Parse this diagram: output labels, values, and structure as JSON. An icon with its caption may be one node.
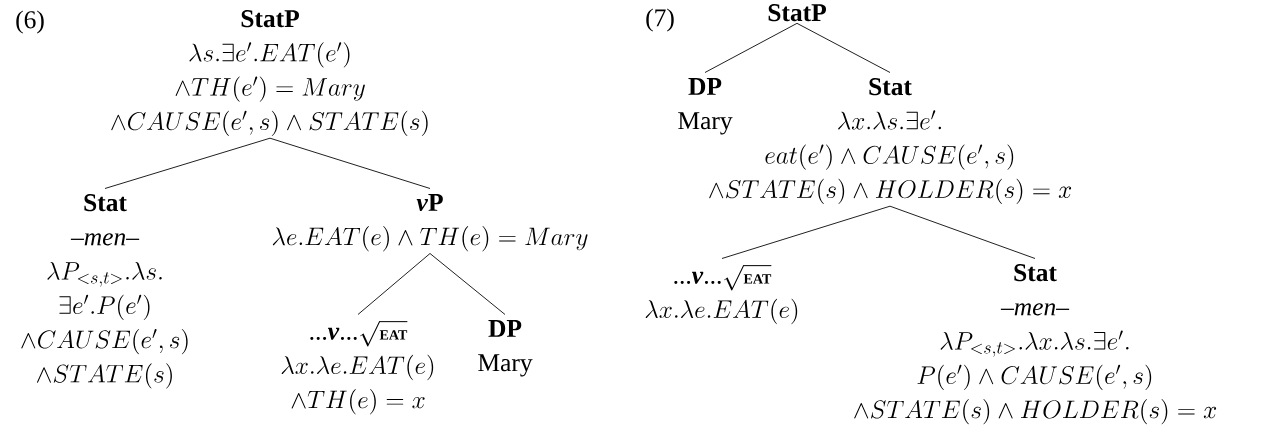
{
  "diagram": {
    "nodes": [
      {
        "text": [
          "StatP",
          "\\lambda s.\\exists e'.EAT(e')",
          "\\wedge TH(e')=Mary",
          "\\wedge CAUSE(e',s)\\wedge STATE(s)"
        ]
      },
      {
        "text": [
          "Stat",
          "–men–",
          "\\lambda P_{<s,t>}.\\lambda s.",
          "\\exists e'.P(e')",
          "\\wedge CAUSE(e',s)",
          "\\wedge STATE(s)"
        ]
      },
      {
        "text": [
          "\\textbf{\\textit{v}P}",
          "\\lambda e.EAT(e)\\wedge TH(e)=Mary"
        ]
      },
      {
        "text": [
          "\\text{...}\\textbf{\\textit{v}}\\text{...}\\sqrt{\\textbf{\\footnotesize EAT}}",
          "\\lambda x.\\lambda e.EAT(e)",
          "\\wedge TH(e)=x"
        ]
      },
      {
        "text": [
          "DP",
          "Mary"
        ]
      },
      {
        "text": [
          "StatP"
        ]
      },
      {
        "text": [
          "DP",
          "Mary"
        ]
      },
      {
        "text": [
          "Stat",
          "\\lambda x.\\lambda s.\\exists e'.",
          "eat(e')\\wedge CAUSE(e',s)",
          "\\wedge STATE(s)\\wedge HOLDER(s)=x"
        ]
      },
      {
        "text": [
          "\\text{...}\\textbf{\\textit{v}}\\text{...}\\sqrt{\\textbf{\\footnotesize EAT}}",
          "\\lambda x.\\lambda e.EAT(e)"
        ]
      },
      {
        "text": [
          "Stat",
          "–men–",
          "\\lambda P_{<s,t>}.\\lambda x.\\lambda s.\\exists e'.",
          "P(e')\\wedge CAUSE(e',s)",
          "\\wedge STATE(s)\\wedge HOLDER(s)=x"
        ]
      }
    ],
    "edges": [
      {
        "from": 0,
        "to": 1,
        "arrow": "none"
      },
      {
        "from": 0,
        "to": 2,
        "arrow": "none"
      },
      {
        "from": 2,
        "to": 3,
        "arrow": "none"
      },
      {
        "from": 2,
        "to": 4,
        "arrow": "none"
      },
      {
        "from": 5,
        "to": 6,
        "arrow": "none"
      },
      {
        "from": 5,
        "to": 7,
        "arrow": "none"
      },
      {
        "from": 7,
        "to": 8,
        "arrow": "none"
      },
      {
        "from": 7,
        "to": 9,
        "arrow": "none"
      }
    ],
    "labels": [
      "(6)",
      "(7)"
    ]
  }
}
